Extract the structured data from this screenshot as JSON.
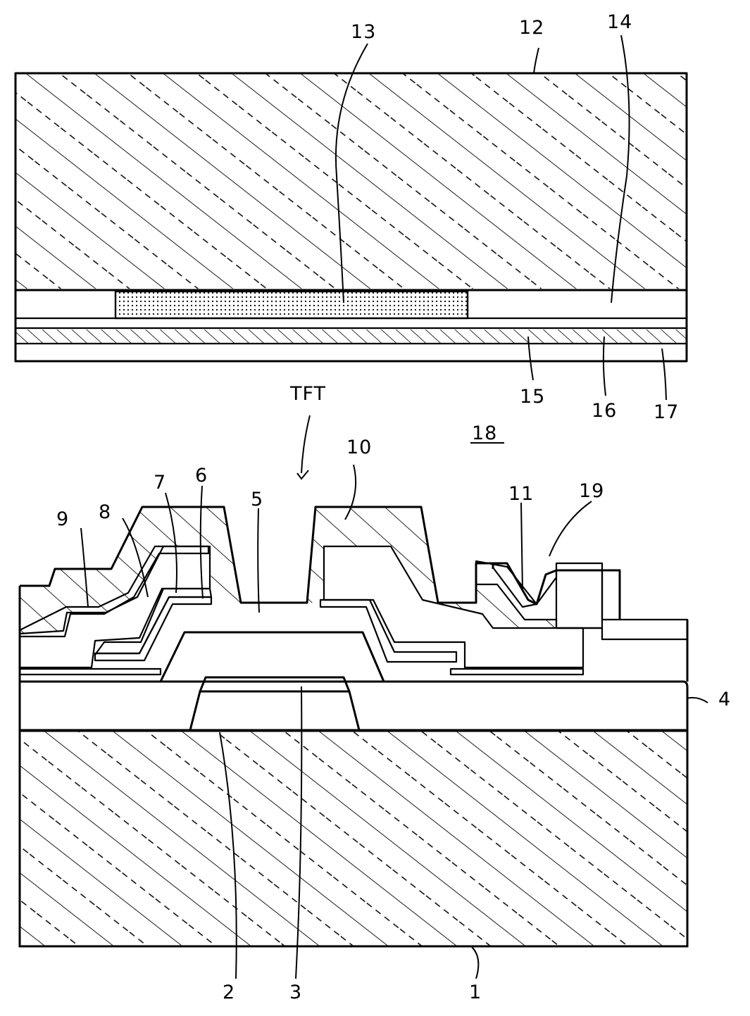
{
  "labels": {
    "n1": "1",
    "n2": "2",
    "n3": "3",
    "n4": "4",
    "n5": "5",
    "n6": "6",
    "n7": "7",
    "n8": "8",
    "n9": "9",
    "n10": "10",
    "n11": "11",
    "n12": "12",
    "n13": "13",
    "n14": "14",
    "n15": "15",
    "n16": "16",
    "n17": "17",
    "n18": "18",
    "n19": "19",
    "tft": "TFT"
  }
}
